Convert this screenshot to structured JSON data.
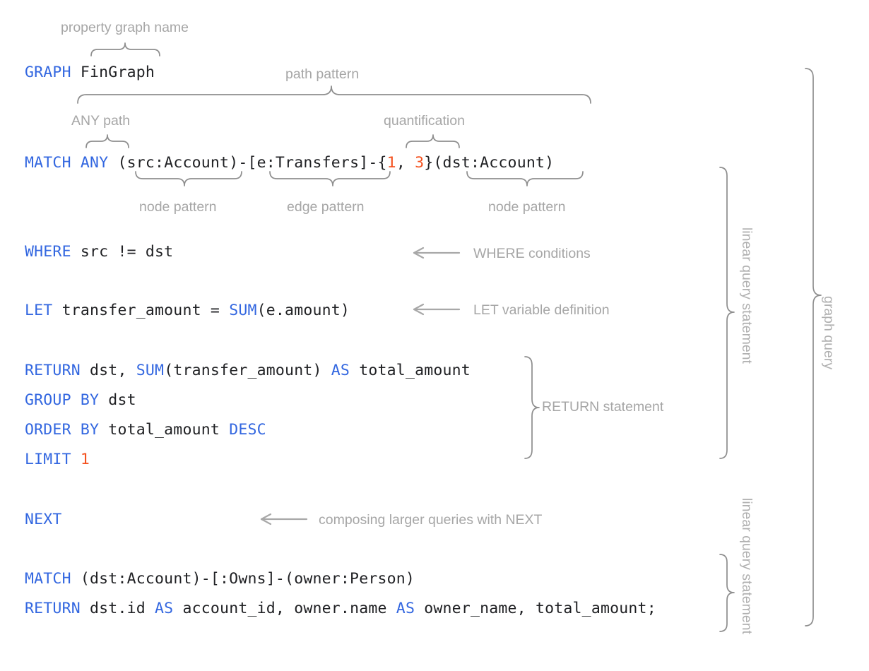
{
  "colors": {
    "keyword": "#3367e0",
    "literal": "#f4511e",
    "text": "#202124",
    "annotation": "#a6a6a6",
    "brace": "#8e8e8e",
    "background": "#ffffff"
  },
  "code": {
    "lines": [
      {
        "id": "graph-line",
        "tokens": [
          {
            "t": "GRAPH",
            "k": "kw"
          },
          {
            "t": " FinGraph",
            "k": "plain"
          }
        ]
      },
      {
        "id": "match-line",
        "tokens": [
          {
            "t": "MATCH",
            "k": "kw"
          },
          {
            "t": " ",
            "k": "plain"
          },
          {
            "t": "ANY",
            "k": "kw"
          },
          {
            "t": " (src:Account)-[e:Transfers]-{",
            "k": "plain"
          },
          {
            "t": "1",
            "k": "num"
          },
          {
            "t": ", ",
            "k": "plain"
          },
          {
            "t": "3",
            "k": "num"
          },
          {
            "t": "}(dst:Account)",
            "k": "plain"
          }
        ]
      },
      {
        "id": "where-line",
        "tokens": [
          {
            "t": "WHERE",
            "k": "kw"
          },
          {
            "t": " src != dst",
            "k": "plain"
          }
        ]
      },
      {
        "id": "let-line",
        "tokens": [
          {
            "t": "LET",
            "k": "kw"
          },
          {
            "t": " transfer_amount = ",
            "k": "plain"
          },
          {
            "t": "SUM",
            "k": "kw"
          },
          {
            "t": "(e.amount)",
            "k": "plain"
          }
        ]
      },
      {
        "id": "return-line-1",
        "tokens": [
          {
            "t": "RETURN",
            "k": "kw"
          },
          {
            "t": " dst, ",
            "k": "plain"
          },
          {
            "t": "SUM",
            "k": "kw"
          },
          {
            "t": "(transfer_amount) ",
            "k": "plain"
          },
          {
            "t": "AS",
            "k": "kw"
          },
          {
            "t": " total_amount",
            "k": "plain"
          }
        ]
      },
      {
        "id": "group-by-line",
        "tokens": [
          {
            "t": "GROUP BY",
            "k": "kw"
          },
          {
            "t": " dst",
            "k": "plain"
          }
        ]
      },
      {
        "id": "order-by-line",
        "tokens": [
          {
            "t": "ORDER BY",
            "k": "kw"
          },
          {
            "t": " total_amount ",
            "k": "plain"
          },
          {
            "t": "DESC",
            "k": "kw"
          }
        ]
      },
      {
        "id": "limit-line",
        "tokens": [
          {
            "t": "LIMIT",
            "k": "kw"
          },
          {
            "t": " ",
            "k": "plain"
          },
          {
            "t": "1",
            "k": "num"
          }
        ]
      },
      {
        "id": "next-line",
        "tokens": [
          {
            "t": "NEXT",
            "k": "kw"
          }
        ]
      },
      {
        "id": "match-line-2",
        "tokens": [
          {
            "t": "MATCH",
            "k": "kw"
          },
          {
            "t": " (dst:Account)-[:Owns]-(owner:Person)",
            "k": "plain"
          }
        ]
      },
      {
        "id": "return-line-2",
        "tokens": [
          {
            "t": "RETURN",
            "k": "kw"
          },
          {
            "t": " dst.id ",
            "k": "plain"
          },
          {
            "t": "AS",
            "k": "kw"
          },
          {
            "t": " account_id, owner.name ",
            "k": "plain"
          },
          {
            "t": "AS",
            "k": "kw"
          },
          {
            "t": " owner_name, total_amount;",
            "k": "plain"
          }
        ]
      }
    ]
  },
  "annotations": {
    "property_graph_name": "property graph name",
    "path_pattern": "path pattern",
    "any_path": "ANY path",
    "quantification": "quantification",
    "node_pattern_left": "node pattern",
    "edge_pattern": "edge pattern",
    "node_pattern_right": "node pattern",
    "where_conditions": "WHERE conditions",
    "let_variable_definition": "LET variable definition",
    "return_statement": "RETURN statement",
    "composing_with_next": "composing larger queries with NEXT",
    "linear_query_statement_1": "linear query statement",
    "linear_query_statement_2": "linear query statement",
    "graph_query": "graph query"
  }
}
